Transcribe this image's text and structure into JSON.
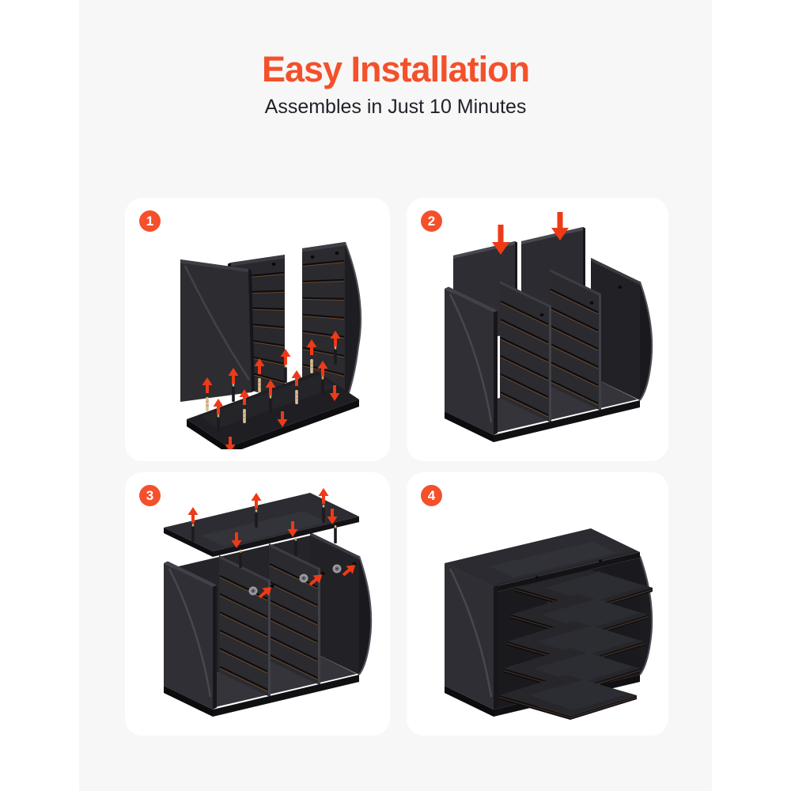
{
  "header": {
    "title": "Easy Installation",
    "subtitle": "Assembles in Just 10 Minutes"
  },
  "steps": [
    {
      "number": "1",
      "illustration": "exploded-base-board-side-panels-dowels-screws-icon"
    },
    {
      "number": "2",
      "illustration": "back-panels-slide-down-arrows-icon"
    },
    {
      "number": "3",
      "illustration": "top-board-screws-cam-locks-icon"
    },
    {
      "number": "4",
      "illustration": "finished-organizer-shelves-slide-in-icon"
    }
  ],
  "colors": {
    "accent_orange": "#f4502b",
    "arrow_red": "#ee3a17",
    "band_background": "#f7f7f7",
    "panel_background": "#ffffff",
    "subtitle_text": "#20222a",
    "wood_dark": "#26262b",
    "dowel_tan": "#d8bf93",
    "groove_orange": "#7a4e27"
  }
}
